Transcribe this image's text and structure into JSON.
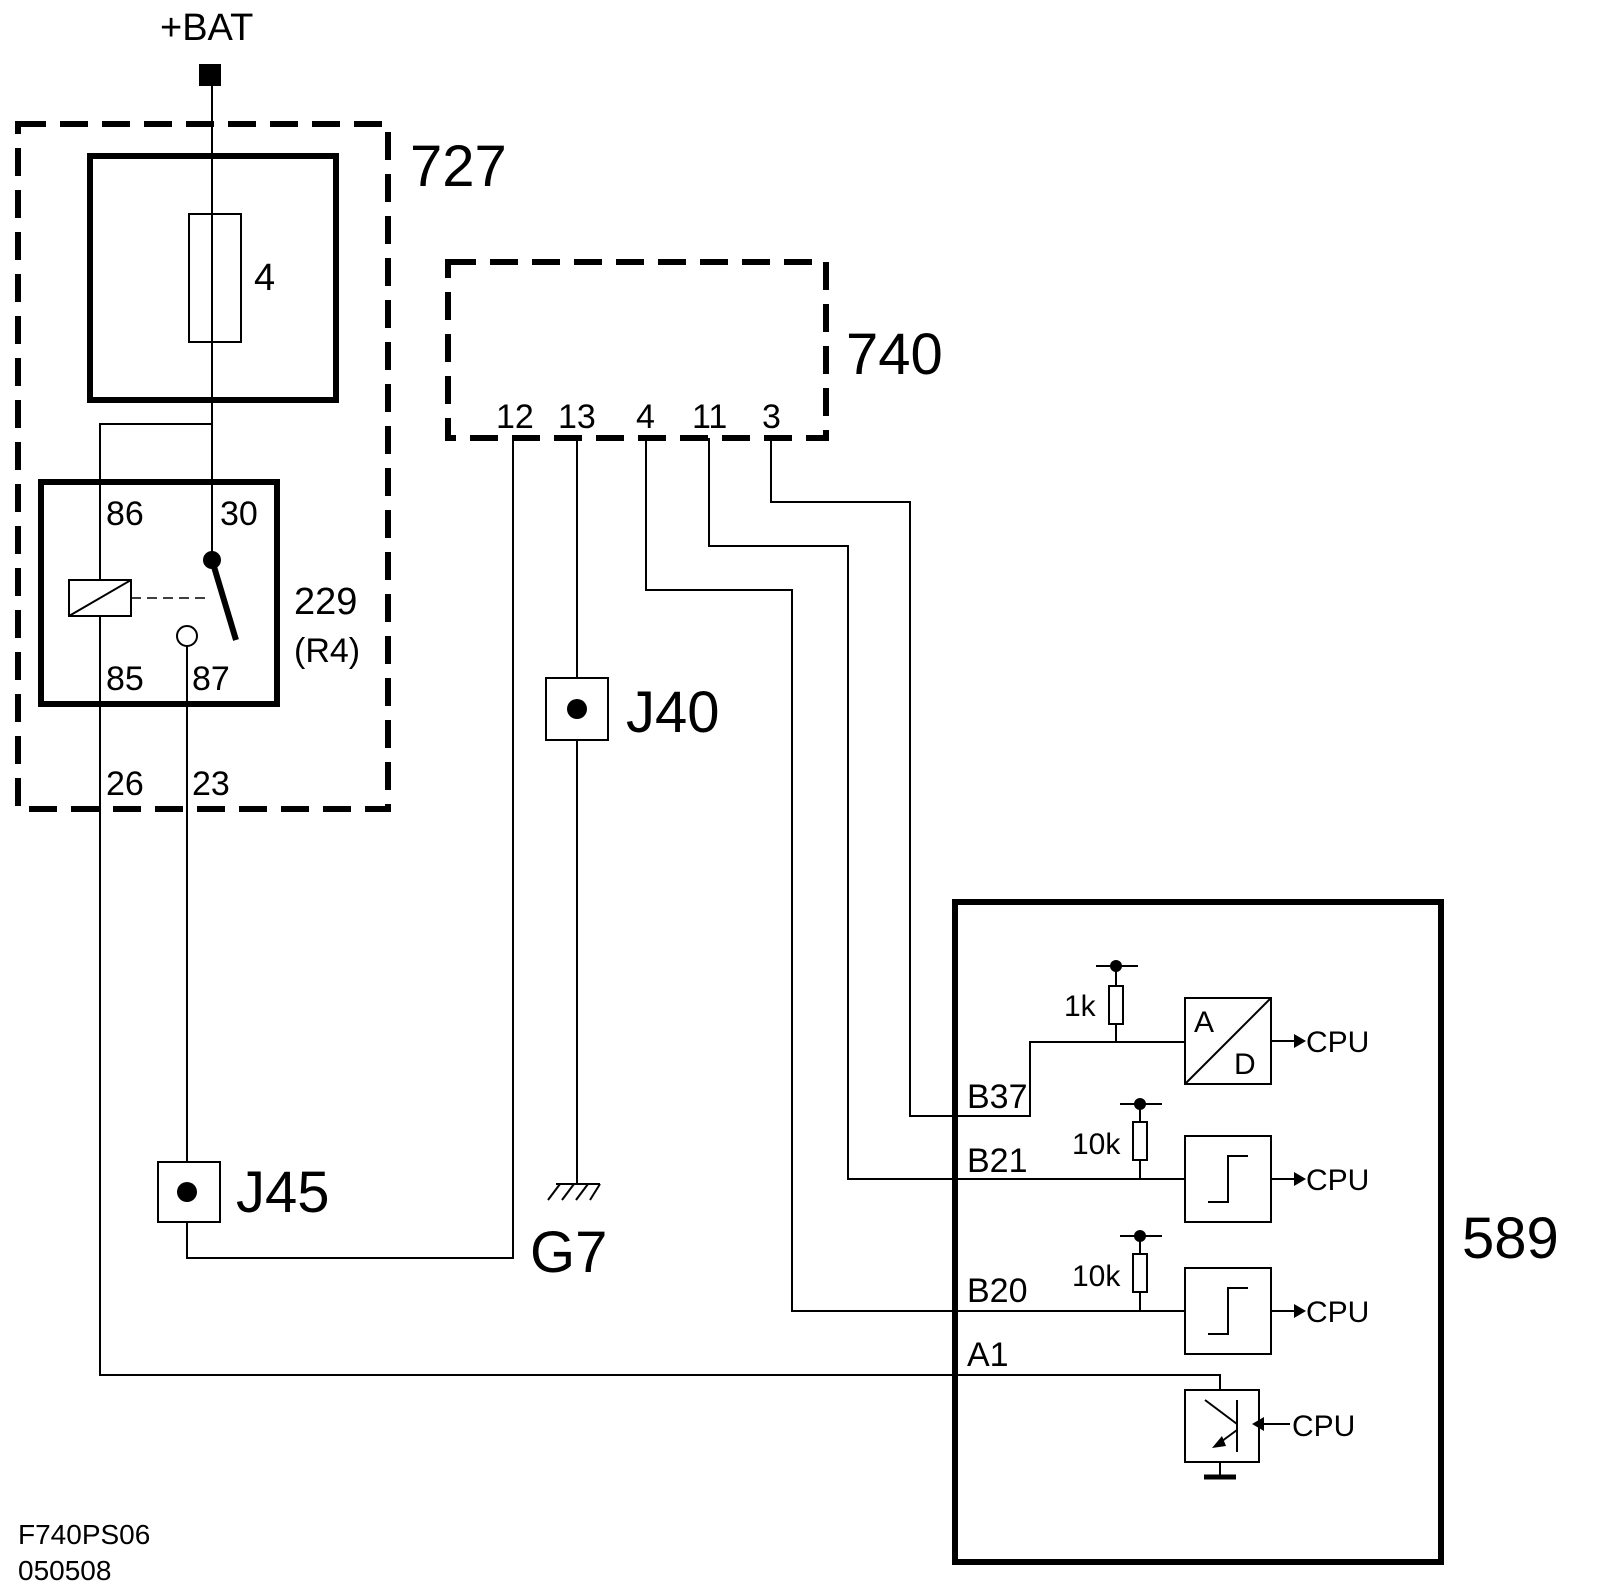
{
  "supply": {
    "label": "+BAT"
  },
  "modules": {
    "m727": {
      "label": "727"
    },
    "m740": {
      "label": "740",
      "pins": [
        "12",
        "13",
        "4",
        "11",
        "3"
      ]
    },
    "m589": {
      "label": "589"
    }
  },
  "fuse": {
    "label": "4"
  },
  "relay": {
    "label": "229",
    "sublabel": "(R4)",
    "pins": {
      "p86": "86",
      "p30": "30",
      "p85": "85",
      "p87": "87"
    }
  },
  "connector_pins": {
    "c26": "26",
    "c23": "23"
  },
  "joints": {
    "j40": "J40",
    "j45": "J45"
  },
  "ground": {
    "label": "G7"
  },
  "ecu": {
    "pins": {
      "b37": "B37",
      "b21": "B21",
      "b20": "B20",
      "a1": "A1"
    },
    "resistors": {
      "r1": "1k",
      "r2": "10k",
      "r3": "10k"
    },
    "adc": {
      "a": "A",
      "d": "D"
    },
    "cpu_label": "CPU"
  },
  "footer": {
    "code": "F740PS06",
    "date": "050508"
  }
}
